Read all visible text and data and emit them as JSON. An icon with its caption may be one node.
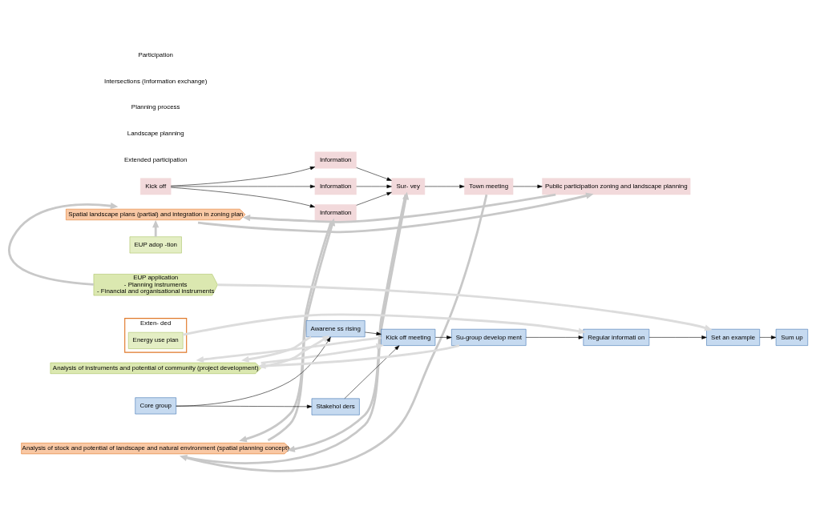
{
  "diagram": {
    "nodes": [
      {
        "text": [
          "Kick off"
        ]
      },
      {
        "text": [
          "Information"
        ]
      },
      {
        "text": [
          "Information"
        ]
      },
      {
        "text": [
          "Information"
        ]
      },
      {
        "text": [
          "Sur- vey"
        ]
      },
      {
        "text": [
          "Town meeting"
        ]
      },
      {
        "text": [
          "Public participation zoning and landscape planning"
        ]
      },
      {
        "text": [
          "Analysis of stock and potential of landscape and natural environment (spatial planning concept)"
        ]
      },
      {
        "text": [
          "Exten- ded"
        ]
      },
      {
        "text": [
          "Energy use plan"
        ],
        "in": 8
      },
      {
        "text": [
          "Spatial landscape plans (partial) and integration in zoning plan"
        ]
      },
      {
        "text": [
          "Analysis of instruments and potential of community (project development)"
        ]
      },
      {
        "text": [
          "EUP adop -tion"
        ]
      },
      {
        "text": [
          "EUP application",
          "- Planning instruments",
          "- Financial and organisational instruments"
        ]
      },
      {
        "text": [
          "Core group"
        ]
      },
      {
        "text": [
          "Awarene ss rising"
        ]
      },
      {
        "text": [
          "Stakehol ders"
        ]
      },
      {
        "text": [
          "Kick off meeting"
        ]
      },
      {
        "text": [
          "Su-group develop ment"
        ]
      },
      {
        "text": [
          "Regular informati on"
        ]
      },
      {
        "text": [
          "Set an example"
        ]
      },
      {
        "text": [
          "Sum up"
        ]
      }
    ],
    "edges": [
      {
        "from": 0,
        "to": 1,
        "arrow": "to"
      },
      {
        "from": 0,
        "to": 2,
        "arrow": "to"
      },
      {
        "from": 0,
        "to": 3,
        "arrow": "to"
      },
      {
        "from": 1,
        "to": 4,
        "arrow": "to"
      },
      {
        "from": 2,
        "to": 4,
        "arrow": "to"
      },
      {
        "from": 3,
        "to": 4,
        "arrow": "to"
      },
      {
        "from": 4,
        "to": 5,
        "arrow": "to"
      },
      {
        "from": 5,
        "to": 6,
        "arrow": "to"
      },
      {
        "from": 3,
        "to": 7,
        "arrow": "to",
        "style": "thick",
        "color": "#c8c8c8"
      },
      {
        "from": 7,
        "to": 3,
        "arrow": "to",
        "style": "thick",
        "color": "#c8c8c8"
      },
      {
        "from": 4,
        "to": 7,
        "arrow": "to",
        "style": "thick",
        "color": "#c8c8c8"
      },
      {
        "from": 7,
        "to": 4,
        "arrow": "to",
        "style": "thick",
        "color": "#c8c8c8"
      },
      {
        "from": 5,
        "to": 7,
        "arrow": "to",
        "style": "thick",
        "color": "#c8c8c8"
      },
      {
        "from": 6,
        "to": 10,
        "arrow": "to",
        "style": "thick",
        "color": "#c8c8c8"
      },
      {
        "from": 10,
        "to": 6,
        "arrow": "to",
        "style": "thick",
        "color": "#c8c8c8"
      },
      {
        "from": 12,
        "to": 10,
        "arrow": "to",
        "style": "thick",
        "color": "#c8c8c8"
      },
      {
        "from": 13,
        "to": 10,
        "arrow": "to",
        "style": "thick",
        "color": "#c8c8c8"
      },
      {
        "from": 11,
        "to": 15,
        "arrow": "to",
        "style": "thick",
        "color": "#dcdcdc"
      },
      {
        "from": 15,
        "to": 11,
        "arrow": "to",
        "style": "thick",
        "color": "#dcdcdc"
      },
      {
        "from": 11,
        "to": 17,
        "arrow": "to",
        "style": "thick",
        "color": "#dcdcdc"
      },
      {
        "from": 17,
        "to": 11,
        "arrow": "to",
        "style": "thick",
        "color": "#dcdcdc"
      },
      {
        "from": 18,
        "to": 11,
        "arrow": "to",
        "style": "thick",
        "color": "#dcdcdc"
      },
      {
        "from": 9,
        "to": 19,
        "arrow": "to",
        "style": "thick",
        "color": "#dcdcdc"
      },
      {
        "from": 13,
        "to": 20,
        "arrow": "to",
        "style": "thick",
        "color": "#dcdcdc"
      },
      {
        "from": 14,
        "to": 15,
        "arrow": "to"
      },
      {
        "from": 14,
        "to": 16,
        "arrow": "to"
      },
      {
        "from": 15,
        "to": 17,
        "arrow": "to"
      },
      {
        "from": 16,
        "to": 17,
        "arrow": "to"
      },
      {
        "from": 17,
        "to": 18,
        "arrow": "to"
      },
      {
        "from": 18,
        "to": 19,
        "arrow": "to"
      },
      {
        "from": 19,
        "to": 20,
        "arrow": "to"
      },
      {
        "from": 20,
        "to": 21,
        "arrow": "to"
      }
    ],
    "labels": [
      "Extended participation",
      "Landscape planning",
      "Planning process",
      "Intersections (Information exchange)",
      "Participation"
    ]
  }
}
